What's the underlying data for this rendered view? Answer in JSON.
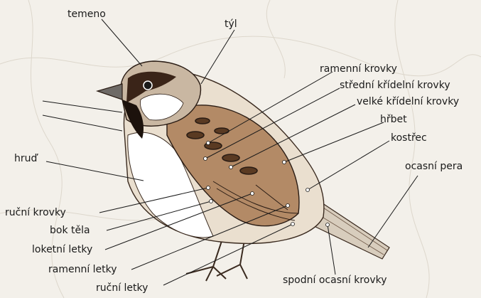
{
  "labels": {
    "temeno": "temeno",
    "tyl": "týl",
    "ramenni_krovky": "ramenní krovky",
    "stredni_kridelni_krovky": "střední křídelní krovky",
    "velke_kridelni_krovky": "velké křídelní krovky",
    "hrbet": "hřbet",
    "kostrec": "kostřec",
    "ocasni_pera": "ocasní pera",
    "hrud": "hruď",
    "rucni_krovky": "ruční krovky",
    "bok_tela": "bok těla",
    "loketni_letky": "loketní letky",
    "ramenni_letky": "ramenní letky",
    "rucni_letky": "ruční letky",
    "spodni_ocasni_krovky": "spodní ocasní krovky"
  },
  "colors": {
    "background": "#f3f0ea",
    "ink": "#1a1a1a",
    "plumage_brown": "#8a5a35",
    "plumage_dark": "#2a1c14",
    "breast": "#ffffff"
  }
}
